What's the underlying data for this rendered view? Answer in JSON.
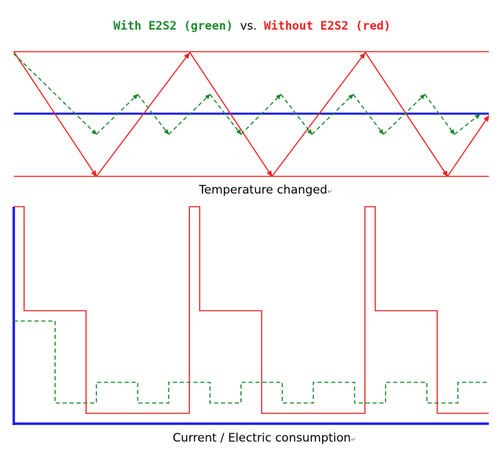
{
  "title": {
    "with_label": "With E2S2 (green)",
    "vs_label": "vs.",
    "without_label": "Without E2S2 (red)"
  },
  "captions": {
    "temperature": "Temperature changed",
    "current": "Current / Electric consumption",
    "return_mark": "↵"
  },
  "colors": {
    "with_e2s2": "#1b8a2a",
    "without_e2s2": "#ee2222",
    "reference": "#1a1aee"
  }
}
